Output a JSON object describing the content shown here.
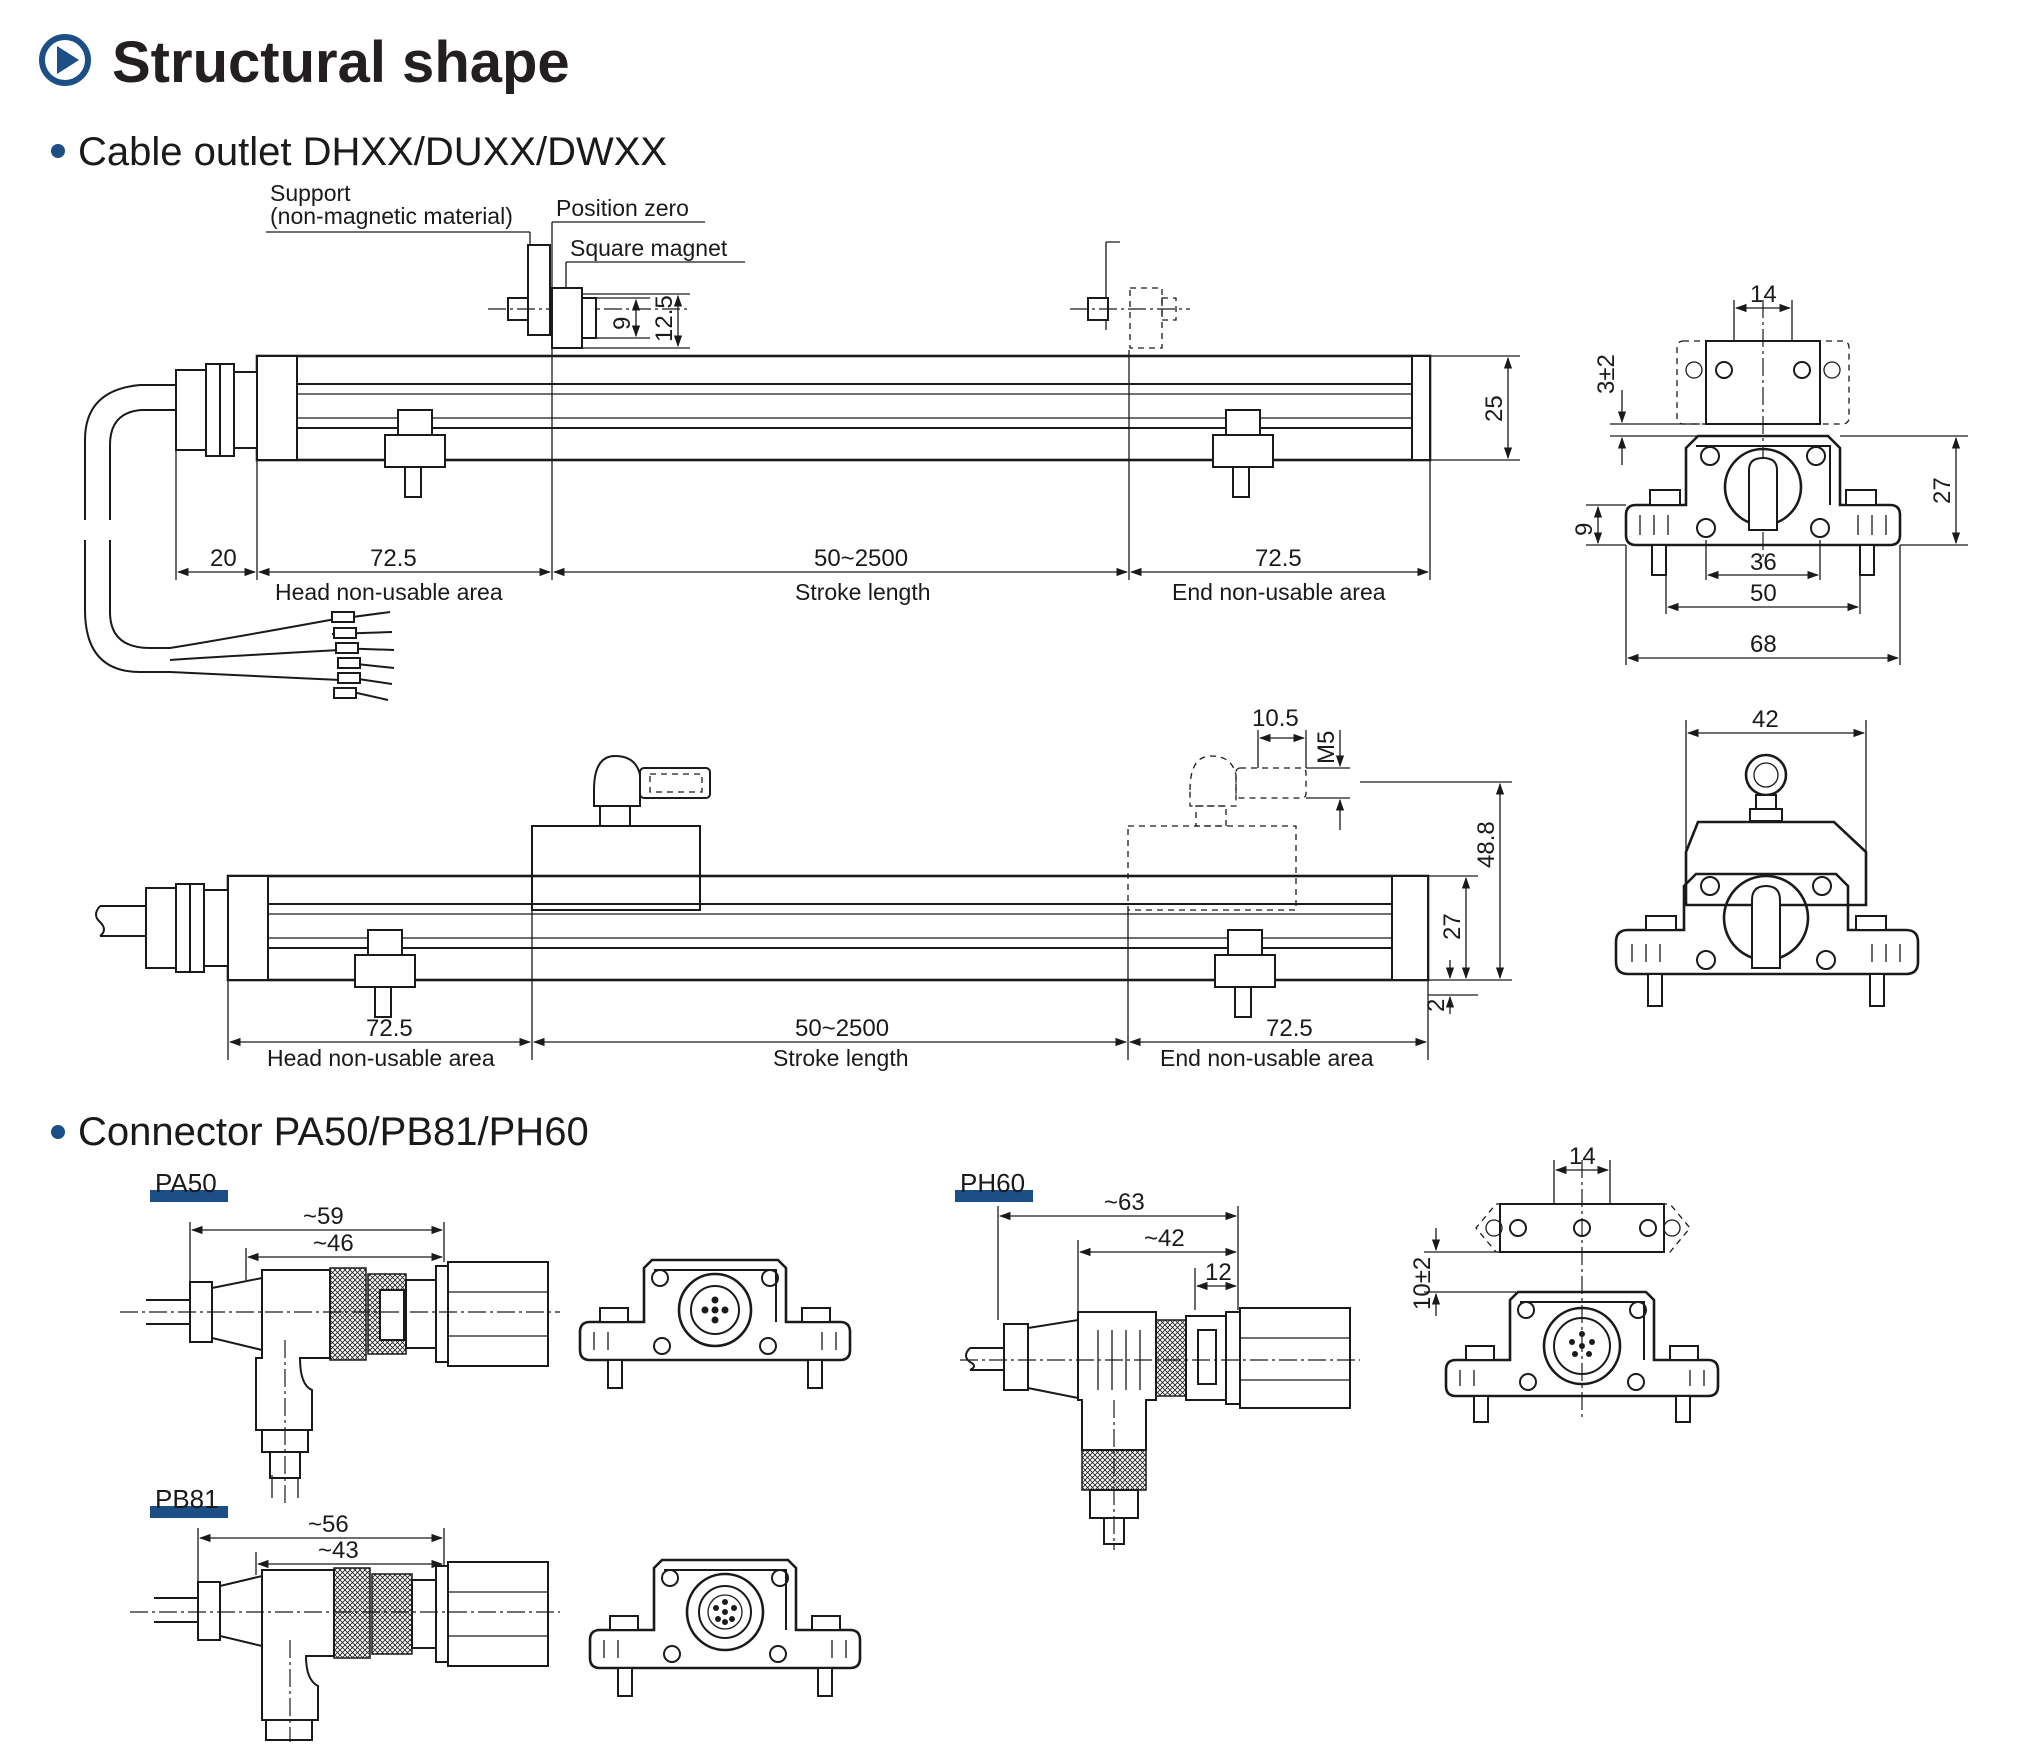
{
  "title": "Structural shape",
  "colors": {
    "accent": "#1b4f86",
    "text": "#231f20",
    "line": "#1a1a1a"
  },
  "icons": {
    "title": "play-circle-icon",
    "bullet": "bullet-dot-icon"
  },
  "sections": {
    "cable": {
      "heading": "Cable outlet  DHXX/DUXX/DWXX",
      "labels": {
        "support_1": "Support",
        "support_2": "(non-magnetic material)",
        "position_zero": "Position zero",
        "square_magnet": "Square magnet",
        "head_area": "Head non-usable area",
        "stroke": "Stroke length",
        "end_area": "End non-usable area"
      },
      "dims": {
        "d20": "20",
        "d72a": "72.5",
        "stroke": "50~2500",
        "d72b": "72.5",
        "d9": "9",
        "d12": "12.5",
        "d25": "25",
        "e14": "14",
        "e3": "3±2",
        "e27": "27",
        "e9": "9",
        "e36": "36",
        "e50": "50",
        "e68": "68"
      }
    },
    "ring": {
      "labels": {
        "head_area": "Head non-usable area",
        "stroke": "Stroke length",
        "end_area": "End non-usable area"
      },
      "dims": {
        "d72a": "72.5",
        "stroke": "50~2500",
        "d72b": "72.5",
        "d105": "10.5",
        "m5": "M5",
        "d488": "48.8",
        "d27": "27",
        "d2": "2",
        "e42": "42"
      }
    },
    "connector": {
      "heading": "Connector PA50/PB81/PH60",
      "pa50": {
        "tag": "PA50",
        "d1": "~59",
        "d2": "~46"
      },
      "pb81": {
        "tag": "PB81",
        "d1": "~56",
        "d2": "~43"
      },
      "ph60": {
        "tag": "PH60",
        "d1": "~63",
        "d2": "~42",
        "d3": "12",
        "e14": "14",
        "e10": "10±2"
      }
    }
  }
}
